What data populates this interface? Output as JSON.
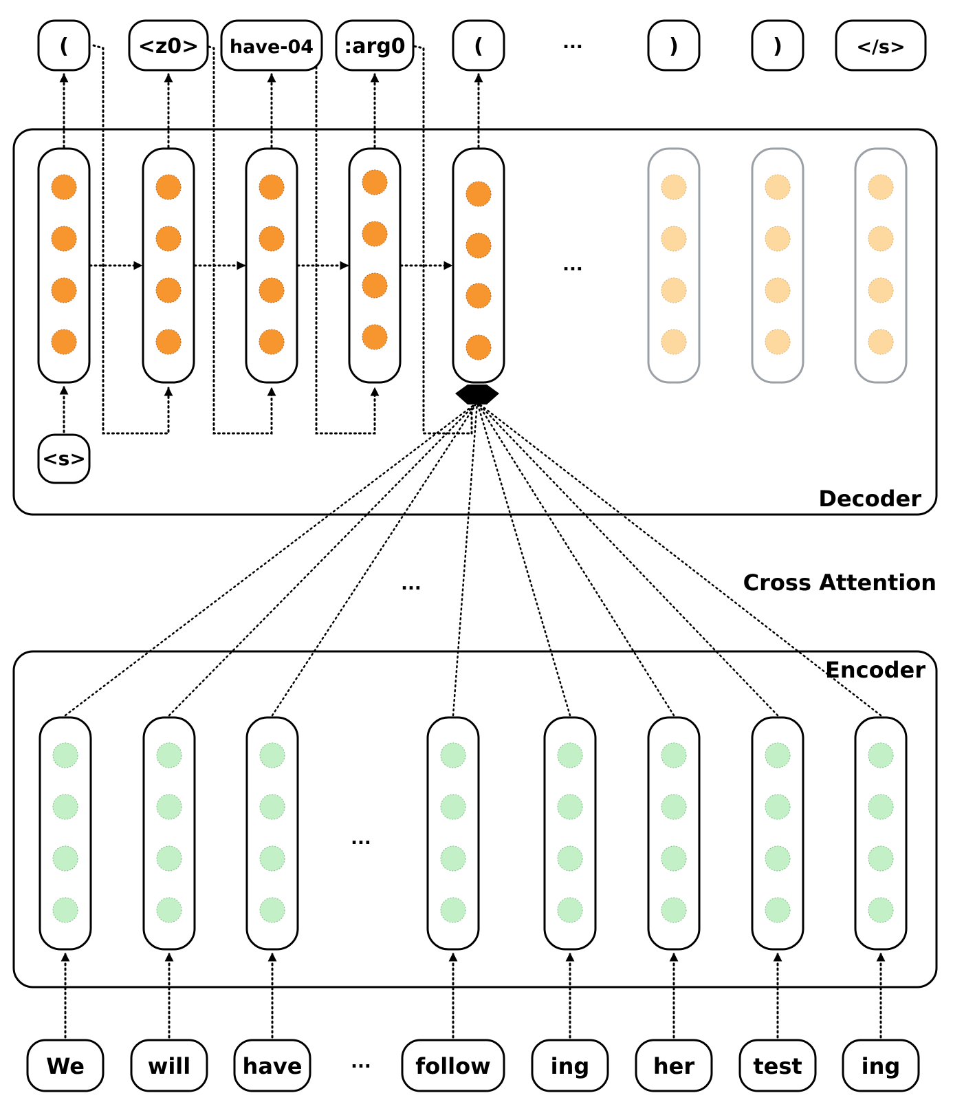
{
  "decoder": {
    "label": "Decoder",
    "outputs": [
      "(",
      "<z0>",
      "have-04",
      ":arg0",
      "(",
      ")",
      ")",
      "</s>"
    ],
    "start_token": "<s>",
    "ellipsis": "..."
  },
  "cross_attention": {
    "label": "Cross Attention",
    "ellipsis": "..."
  },
  "encoder": {
    "label": "Encoder",
    "inputs": [
      "We",
      "will",
      "have",
      "follow",
      "ing",
      "her",
      "test",
      "ing"
    ],
    "ellipsis": "..."
  },
  "colors": {
    "decoder_active": "#f7952f",
    "decoder_inactive": "#fdd9a0",
    "encoder_unit": "#c4f0c8",
    "inactive_border": "#9aa0a6"
  }
}
